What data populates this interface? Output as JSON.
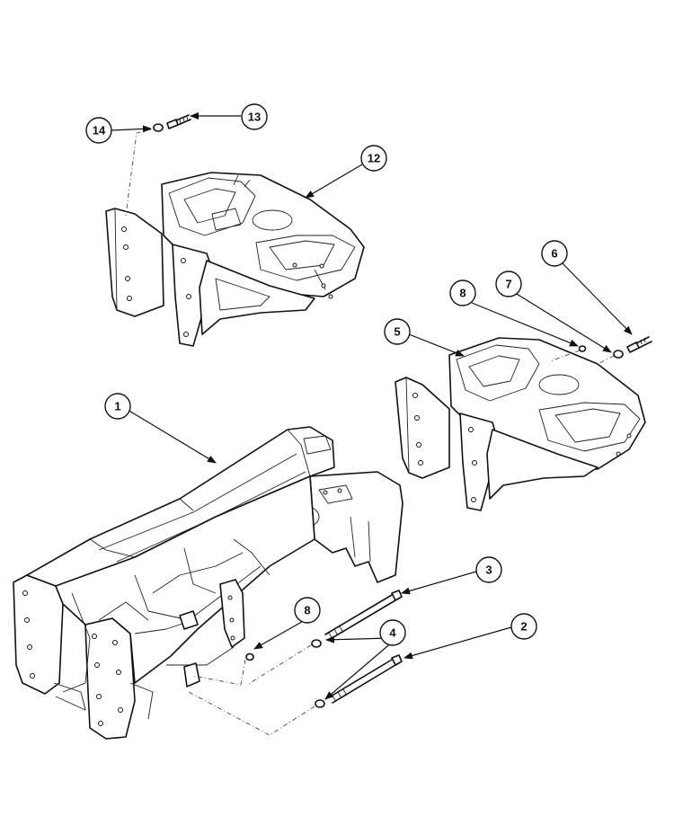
{
  "callouts": [
    {
      "id": "c1",
      "label": "1"
    },
    {
      "id": "c2",
      "label": "2"
    },
    {
      "id": "c3",
      "label": "3"
    },
    {
      "id": "c4",
      "label": "4"
    },
    {
      "id": "c5",
      "label": "5"
    },
    {
      "id": "c6",
      "label": "6"
    },
    {
      "id": "c7",
      "label": "7"
    },
    {
      "id": "c8a",
      "label": "8"
    },
    {
      "id": "c8b",
      "label": "8"
    },
    {
      "id": "c12",
      "label": "12"
    },
    {
      "id": "c13",
      "label": "13"
    },
    {
      "id": "c14",
      "label": "14"
    }
  ],
  "colors": {
    "line": "#111111",
    "background": "#ffffff"
  }
}
